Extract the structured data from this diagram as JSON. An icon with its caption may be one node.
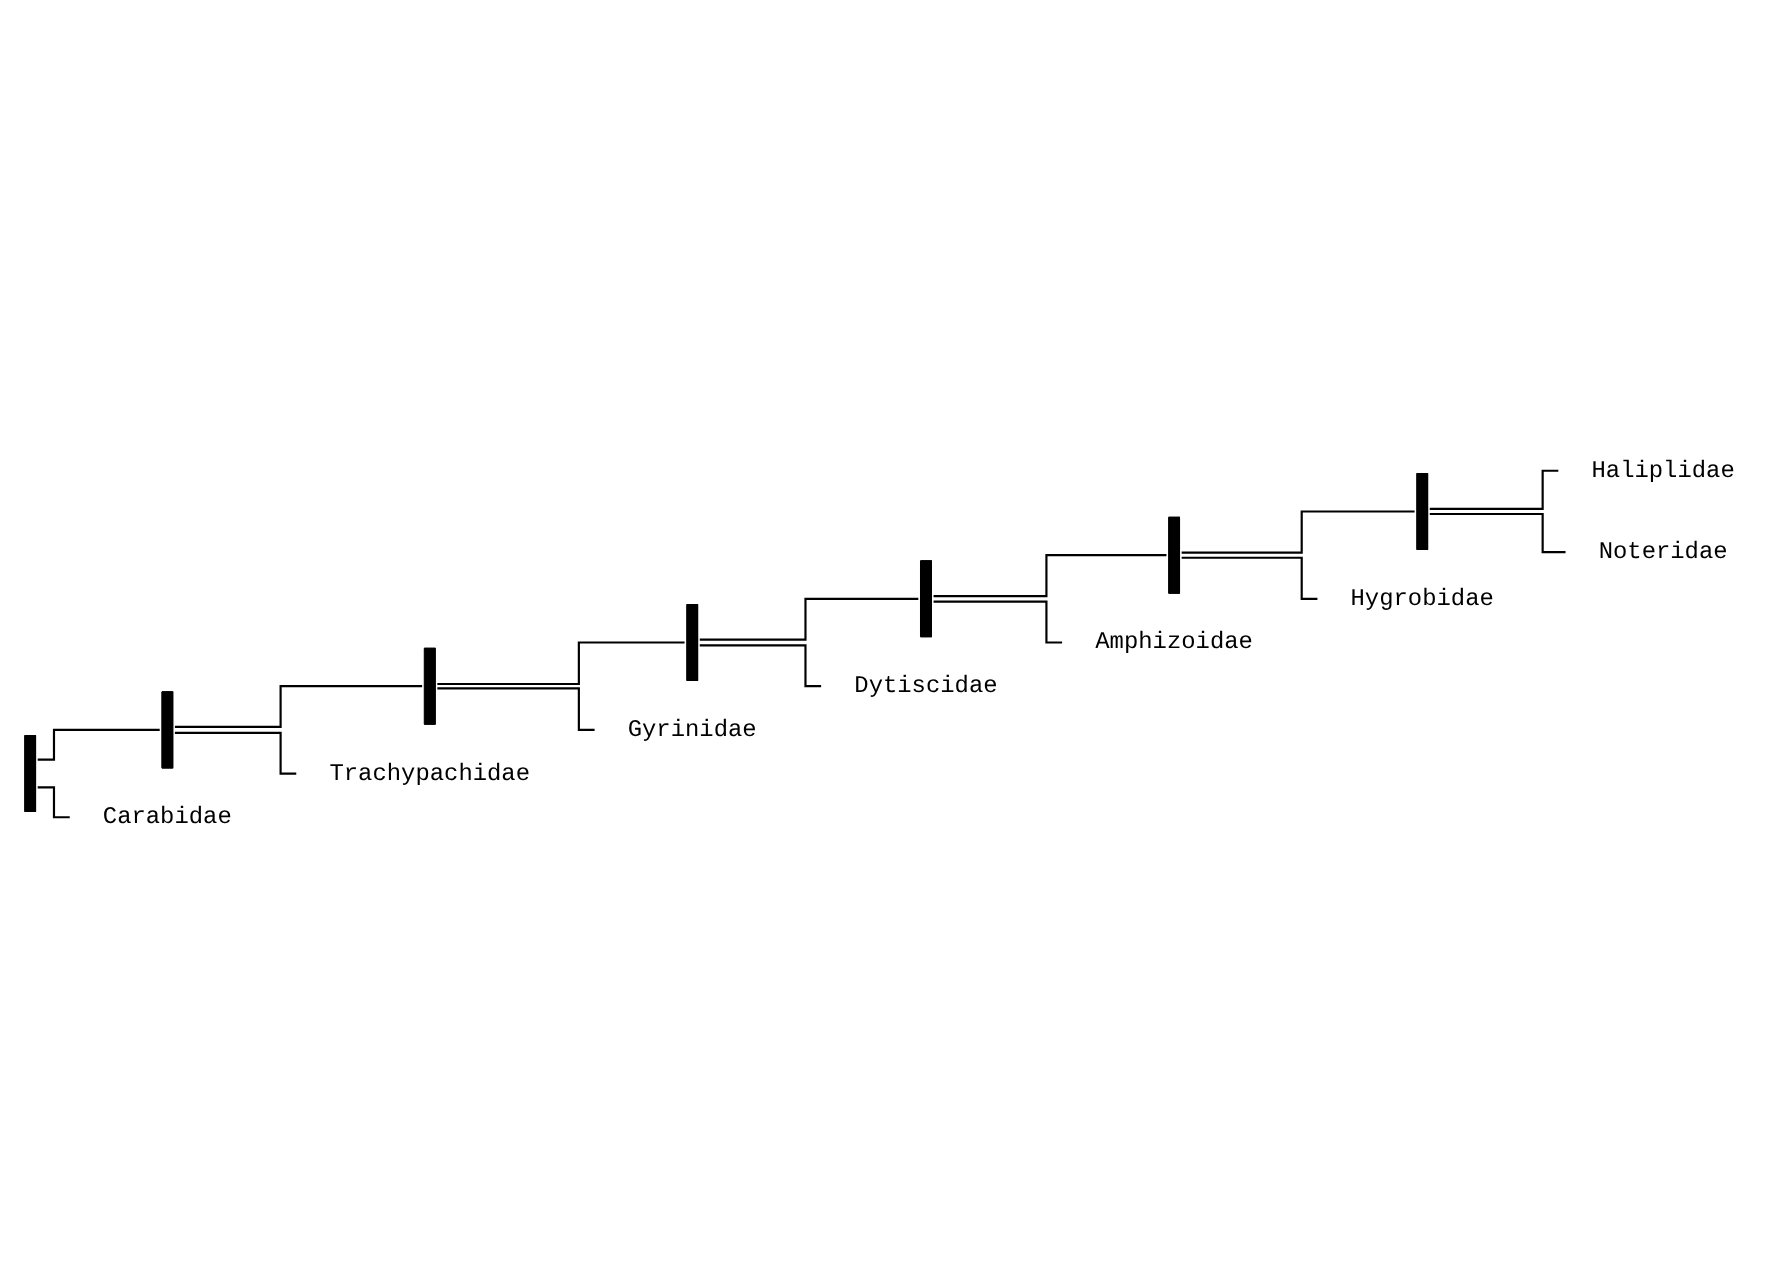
{
  "diagram": {
    "nodes": [
      {
        "text": [],
        "shape": "bar"
      },
      {
        "text": [],
        "shape": "bar"
      },
      {
        "text": [],
        "shape": "bar"
      },
      {
        "text": [],
        "shape": "bar"
      },
      {
        "text": [],
        "shape": "bar"
      },
      {
        "text": [],
        "shape": "bar"
      },
      {
        "text": [],
        "shape": "bar"
      },
      {
        "text": [
          "Amphizoidae"
        ]
      },
      {
        "text": [
          "Hygrobidae"
        ]
      },
      {
        "text": [
          "Haliplidae"
        ]
      },
      {
        "text": [
          "Noteridae"
        ]
      },
      {
        "text": [
          "Dytiscidae"
        ]
      },
      {
        "text": [
          "Gyrinidae"
        ]
      },
      {
        "text": [
          "Trachypachidae"
        ]
      },
      {
        "text": [
          "Carabidae"
        ]
      }
    ],
    "edges": [
      {
        "from": 0,
        "to": 1,
        "arrow": "none"
      },
      {
        "from": 0,
        "to": 14,
        "arrow": "none"
      },
      {
        "from": 1,
        "to": 2,
        "arrow": "none"
      },
      {
        "from": 1,
        "to": 13,
        "arrow": "none"
      },
      {
        "from": 2,
        "to": 3,
        "arrow": "none"
      },
      {
        "from": 2,
        "to": 12,
        "arrow": "none"
      },
      {
        "from": 3,
        "to": 4,
        "arrow": "none"
      },
      {
        "from": 3,
        "to": 11,
        "arrow": "none"
      },
      {
        "from": 4,
        "to": 7,
        "arrow": "none"
      },
      {
        "from": 4,
        "to": 5,
        "arrow": "none"
      },
      {
        "from": 5,
        "to": 8,
        "arrow": "none"
      },
      {
        "from": 5,
        "to": 6,
        "arrow": "none"
      },
      {
        "from": 6,
        "to": 9,
        "arrow": "none"
      },
      {
        "from": 6,
        "to": 10,
        "arrow": "none"
      }
    ]
  }
}
